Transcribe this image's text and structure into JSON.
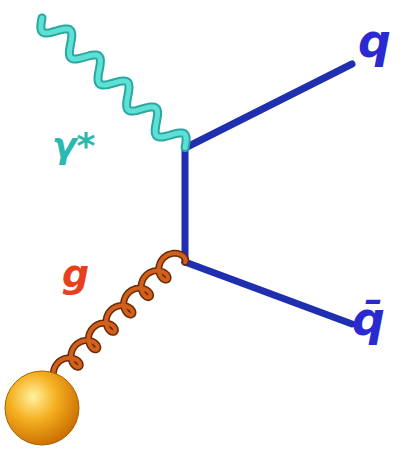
{
  "diagram": {
    "labels": [
      "γ*",
      "g",
      "q",
      "q̄"
    ]
  }
}
